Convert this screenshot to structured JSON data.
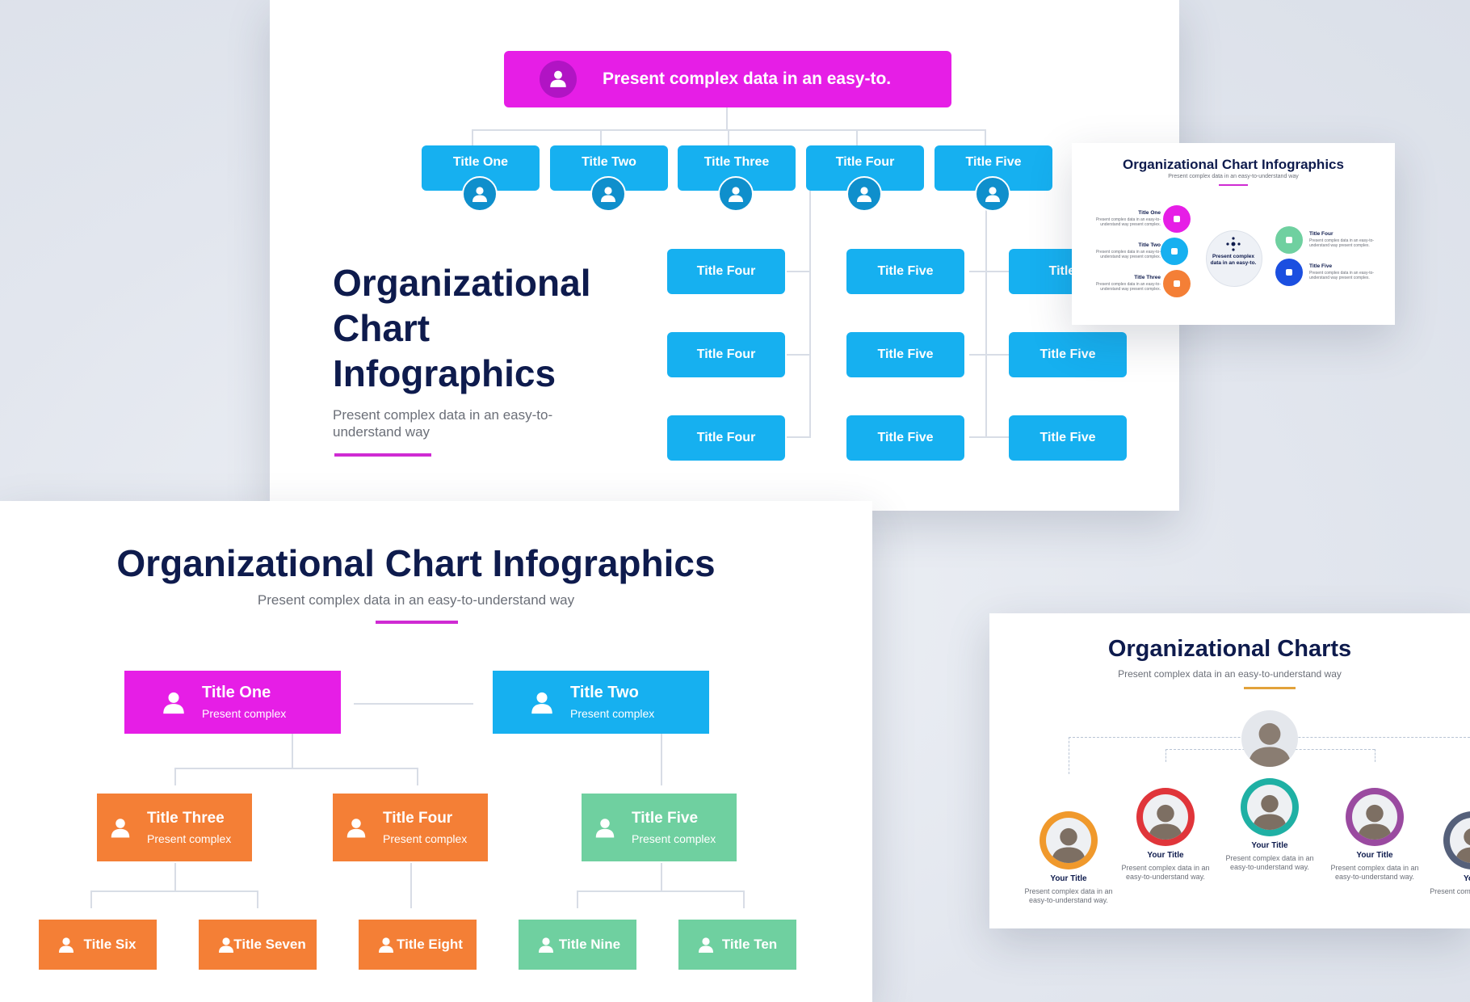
{
  "colors": {
    "magenta": "#e61ee6",
    "blue": "#16b0f0",
    "orange": "#f47f36",
    "green": "#6fd0a0",
    "navy": "#0e1b4d",
    "accent_line": "#cf2bd3",
    "gold": "#e2a23b"
  },
  "slide1": {
    "top_box": "Present complex data in an easy-to.",
    "row_titles": [
      "Title One",
      "Title Two",
      "Title Three",
      "Title Four",
      "Title Five"
    ],
    "col_four": [
      "Title Four",
      "Title Four",
      "Title Four"
    ],
    "col_five": [
      "Title Five",
      "Title Five",
      "Title Five"
    ],
    "col_right": [
      "Title F",
      "Title Five",
      "Title Five"
    ],
    "heading": [
      "Organizational",
      "Chart",
      "Infographics"
    ],
    "subtitle": "Present complex data in an easy-to-understand way"
  },
  "slide2": {
    "heading": "Organizational Chart Infographics",
    "subtitle": "Present complex data in an easy-to-understand way",
    "title_one": "Title One",
    "title_two": "Title Two",
    "title_three": "Title Three",
    "title_four": "Title Four",
    "title_five": "Title Five",
    "present": "Present complex",
    "leaves": [
      "Title Six",
      "Title Seven",
      "Title Eight",
      "Title Nine",
      "Title Ten"
    ]
  },
  "slide3": {
    "heading": "Organizational Chart Infographics",
    "subtitle": "Present complex data in an easy-to-understand way",
    "center": "Present complex data in an easy-to.",
    "left_items": [
      {
        "title": "Title One",
        "desc": "Present complex data in an easy-to-understand way present complex."
      },
      {
        "title": "Title Two",
        "desc": "Present complex data in an easy-to-understand way present complex."
      },
      {
        "title": "Title Three",
        "desc": "Present complex data in an easy-to-understand way present complex."
      }
    ],
    "right_items": [
      {
        "title": "Title Four",
        "desc": "Present complex data in an easy-to-understand way present complex."
      },
      {
        "title": "Title Five",
        "desc": "Present complex data in an easy-to-understand way present complex."
      }
    ]
  },
  "slide4": {
    "heading": "Organizational Charts",
    "subtitle": "Present complex data in an easy-to-understand way",
    "people": [
      {
        "title": "Your Title",
        "desc": "Present complex data in an easy-to-understand way."
      },
      {
        "title": "Your Title",
        "desc": "Present complex data in an easy-to-understand way."
      },
      {
        "title": "Your Title",
        "desc": "Present complex data in an easy-to-understand way."
      },
      {
        "title": "Your Title",
        "desc": "Present complex data in an easy-to-understand way."
      },
      {
        "title": "Your",
        "desc": "Present comp easy-to-und"
      }
    ]
  }
}
